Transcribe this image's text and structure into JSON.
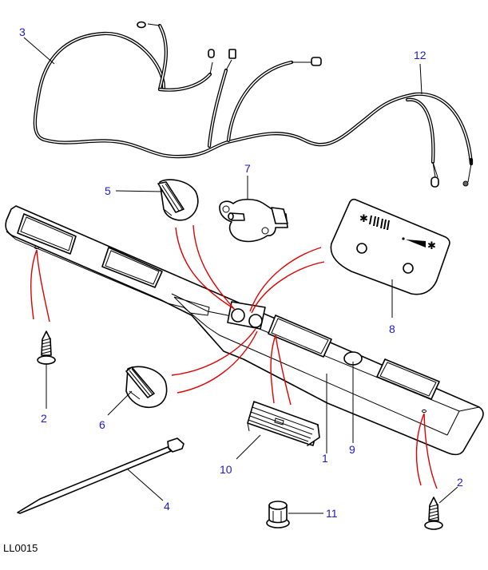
{
  "diagram": {
    "reference_code": "LL0015",
    "colors": {
      "callout_text": "#1a1acc",
      "assembly_lines": "#e00000",
      "line_art": "#000000",
      "background": "#ffffff"
    },
    "callouts": [
      {
        "id": "1",
        "part": "console-panel"
      },
      {
        "id": "2",
        "part": "screw"
      },
      {
        "id": "2",
        "part": "screw"
      },
      {
        "id": "3",
        "part": "wiring-harness"
      },
      {
        "id": "4",
        "part": "cable-tie"
      },
      {
        "id": "5",
        "part": "control-knob"
      },
      {
        "id": "6",
        "part": "control-knob"
      },
      {
        "id": "7",
        "part": "rotary-switch"
      },
      {
        "id": "8",
        "part": "control-legend-plate"
      },
      {
        "id": "9",
        "part": "blanking-plug"
      },
      {
        "id": "10",
        "part": "air-vent-grille"
      },
      {
        "id": "11",
        "part": "bulb-holder"
      },
      {
        "id": "12",
        "part": "wiring-harness-link"
      }
    ]
  }
}
